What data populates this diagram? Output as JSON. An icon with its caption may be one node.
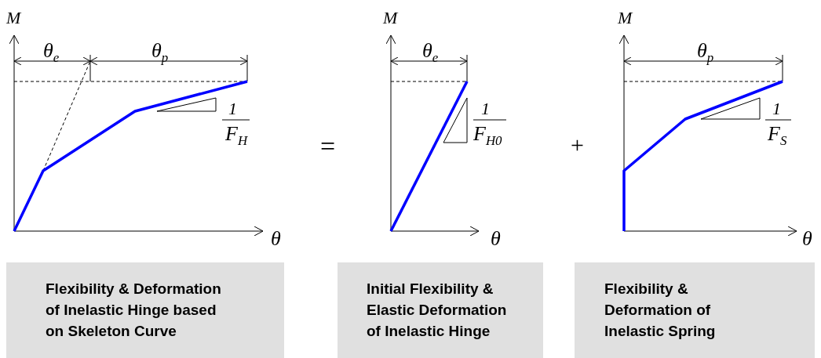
{
  "diagram": {
    "nodes": [
      {
        "text": [
          "Flexibility & Deformation of Inelastic Hinge based on Skeleton Curve"
        ]
      },
      {
        "text": [
          "Initial Flexibility & Elastic Deformation of Inelastic Hinge"
        ]
      },
      {
        "text": [
          "Flexibility & Deformation of Inelastic Spring"
        ]
      }
    ],
    "edges": [],
    "labels": [
      "M",
      "θ$_{e}$",
      "θ$_{p}$",
      "1",
      "F$_{H}$",
      "θ",
      "=",
      "M",
      "θ$_{e}$",
      "1",
      "F$_{H0}$",
      "θ",
      "+",
      "M",
      "θ$_{p}$",
      "1",
      "F$_{S}$",
      "θ"
    ]
  }
}
